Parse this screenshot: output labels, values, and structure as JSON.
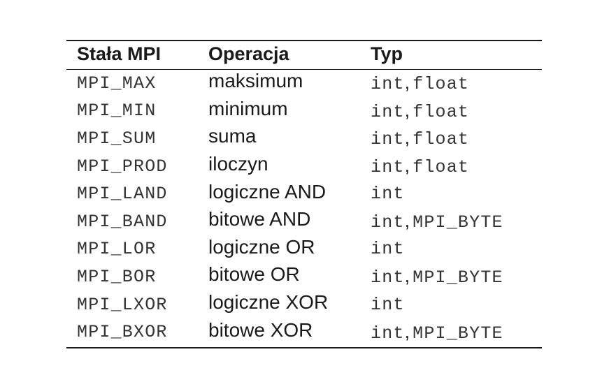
{
  "table": {
    "headers": {
      "constant": "Stała MPI",
      "operation": "Operacja",
      "type": "Typ"
    },
    "rows": [
      {
        "constant": "MPI_MAX",
        "operation": "maksimum",
        "types": [
          "int",
          "float"
        ]
      },
      {
        "constant": "MPI_MIN",
        "operation": "minimum",
        "types": [
          "int",
          "float"
        ]
      },
      {
        "constant": "MPI_SUM",
        "operation": "suma",
        "types": [
          "int",
          "float"
        ]
      },
      {
        "constant": "MPI_PROD",
        "operation": "iloczyn",
        "types": [
          "int",
          "float"
        ]
      },
      {
        "constant": "MPI_LAND",
        "operation": "logiczne AND",
        "types": [
          "int"
        ]
      },
      {
        "constant": "MPI_BAND",
        "operation": "bitowe AND",
        "types": [
          "int",
          "MPI_BYTE"
        ]
      },
      {
        "constant": "MPI_LOR",
        "operation": "logiczne OR",
        "types": [
          "int"
        ]
      },
      {
        "constant": "MPI_BOR",
        "operation": "bitowe OR",
        "types": [
          "int",
          "MPI_BYTE"
        ]
      },
      {
        "constant": "MPI_LXOR",
        "operation": "logiczne XOR",
        "types": [
          "int"
        ]
      },
      {
        "constant": "MPI_BXOR",
        "operation": "bitowe XOR",
        "types": [
          "int",
          "MPI_BYTE"
        ]
      }
    ],
    "type_separator": ","
  }
}
